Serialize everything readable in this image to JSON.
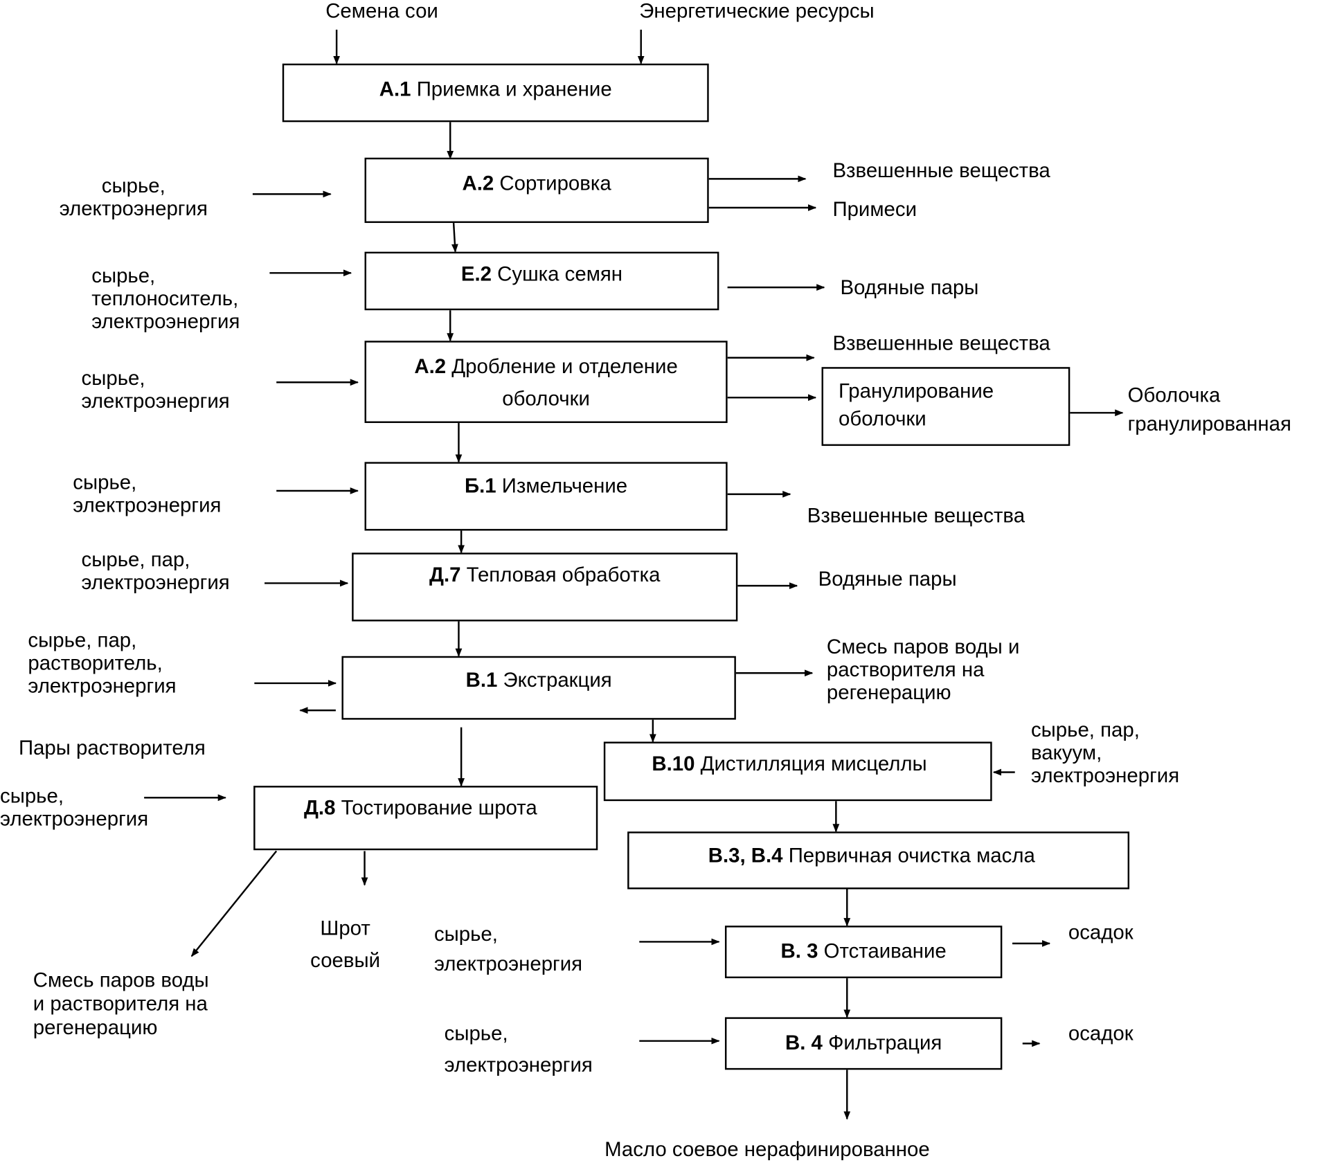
{
  "inputs_top": {
    "seeds": "Семена сои",
    "energy": "Энергетические ресурсы"
  },
  "boxes": [
    {
      "code": "А.1",
      "title": "Приемка и хранение"
    },
    {
      "code": "А.2",
      "title": "Сортировка"
    },
    {
      "code": "Е.2",
      "title": "Сушка семян"
    },
    {
      "code": "А.2",
      "title": "Дробление и отделение оболочки"
    },
    {
      "code": "Б.1",
      "title": "Измельчение"
    },
    {
      "code": "Д.7",
      "title": "Тепловая обработка"
    },
    {
      "code": "В.1",
      "title": "Экстракция"
    },
    {
      "code": "В.10",
      "title": "Дистилляция мисцеллы"
    },
    {
      "code": "Д.8",
      "title": "Тостирование шрота"
    },
    {
      "code": "В.3, В.4",
      "title": "Первичная очистка масла"
    },
    {
      "code": "В. 3",
      "title": "Отстаивание"
    },
    {
      "code": "В. 4",
      "title": "Фильтрация"
    },
    {
      "code": "",
      "title": "Гранулирование\nоболочки"
    }
  ],
  "left_inputs": [
    "сырье,\nэлектроэнергия",
    "сырье,\nтеплоноситель,\nэлектроэнергия",
    "сырье,\nэлектроэнергия",
    "сырье,\nэлектроэнергия",
    "сырье, пар,\nэлектроэнергия",
    "сырье, пар,\nрастворитель,\nэлектроэнергия",
    "сырье,\nэлектроэнергия",
    "сырье, пар,\nвакуум,\nэлектроэнергия",
    "сырье,\nэлектроэнергия",
    "сырье,\nэлектроэнергия"
  ],
  "outputs": {
    "suspended_1": "Взвешенные вещества",
    "impurities": "Примеси",
    "water_vapor_1": "Водяные пары",
    "suspended_2": "Взвешенные вещества",
    "husk_granulated": "Оболочка\nгранулированная",
    "suspended_3": "Взвешенные вещества",
    "water_vapor_2": "Водяные пары",
    "vapor_mix_1": "Смесь паров воды и\nрастворителя на\nрегенерацию",
    "solvent_vapors": "Пары растворителя",
    "meal": "Шрот\nсоевый",
    "vapor_mix_2": "Смесь паров воды\nи растворителя на\nрегенерацию",
    "sediment_1": "осадок",
    "sediment_2": "осадок",
    "final_product": "Масло соевое нерафинированное"
  }
}
